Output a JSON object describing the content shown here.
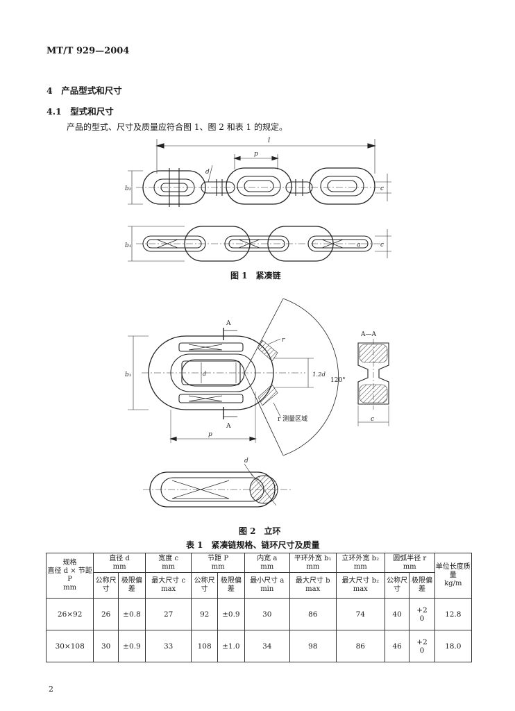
{
  "header": {
    "standard": "MT/T 929—2004"
  },
  "section4": {
    "title": "4　产品型式和尺寸"
  },
  "section41": {
    "title": "4.1　型式和尺寸",
    "para": "产品的型式、尺寸及质量应符合图 1、图 2 和表 1 的规定。"
  },
  "figure1": {
    "caption": "图 1　紧凑链",
    "labels": {
      "l": "l",
      "p": "p",
      "d": "d",
      "b2": "b₂",
      "b1": "b₁",
      "c": "c",
      "a": "a"
    }
  },
  "figure2": {
    "caption": "图 2　立环",
    "labels": {
      "A": "A",
      "section": "A—A",
      "r": "r",
      "b1": "b₁",
      "d": "d",
      "d12": "1.2d",
      "angle": "120°",
      "zone": "r 测量区域",
      "p": "p",
      "c": "c"
    }
  },
  "table1": {
    "caption": "表 1　紧凑链规格、链环尺寸及质量",
    "header": {
      "spec_top": "规格",
      "spec_mid": "直径 d × 节距 P",
      "spec_unit": "mm",
      "dia": "直径 d",
      "dia_unit": "mm",
      "width": "宽度 c",
      "width_unit": "mm",
      "pitch": "节距 P",
      "pitch_unit": "mm",
      "inner": "内宽 a",
      "inner_unit": "mm",
      "flat": "平环外宽 b₁",
      "flat_unit": "mm",
      "vert": "立环外宽 b₂",
      "vert_unit": "mm",
      "arc": "圆弧半径 r",
      "arc_unit": "mm",
      "mass": "单位长度质量",
      "mass_unit": "kg/m",
      "nominal": "公称尺寸",
      "tol": "极限偏差",
      "cmax": "最大尺寸 c　max",
      "amin": "最小尺寸 a　min",
      "bmax": "最大尺寸 b　max",
      "b2max": "最大尺寸 b₂　max"
    },
    "rows": [
      {
        "spec": "26×92",
        "d": "26",
        "dtol": "±0.8",
        "c": "27",
        "p": "92",
        "ptol": "±0.9",
        "a": "30",
        "b1": "86",
        "b2": "74",
        "r": "40",
        "rtol_up": "+2",
        "rtol_low": "0",
        "mass": "12.8"
      },
      {
        "spec": "30×108",
        "d": "30",
        "dtol": "±0.9",
        "c": "33",
        "p": "108",
        "ptol": "±1.0",
        "a": "34",
        "b1": "98",
        "b2": "86",
        "r": "46",
        "rtol_up": "+2",
        "rtol_low": "0",
        "mass": "18.0"
      }
    ]
  },
  "footer": {
    "page": "2"
  }
}
